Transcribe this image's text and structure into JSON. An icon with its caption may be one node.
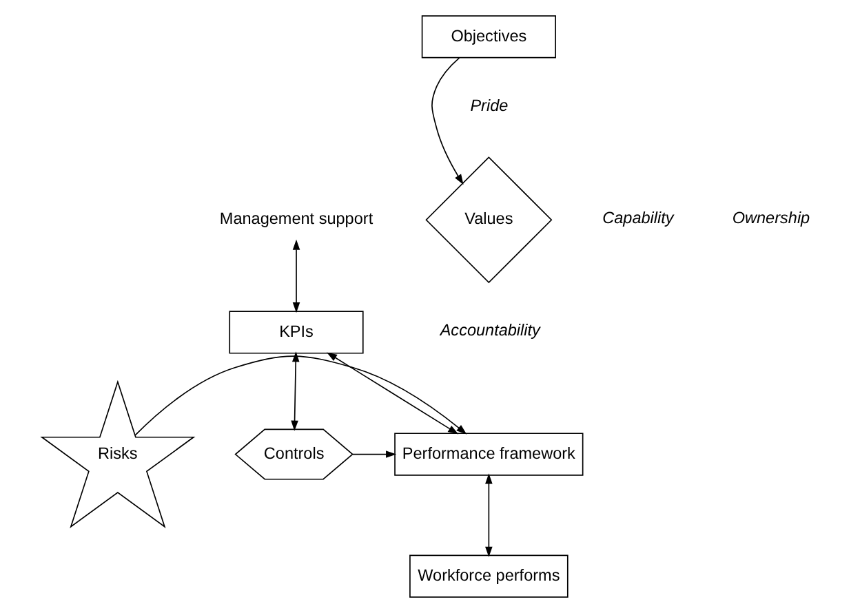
{
  "diagram": {
    "nodes": [
      {
        "text": [
          "Objectives"
        ]
      },
      {
        "text": [
          "Values"
        ],
        "beside": [
          "Pride",
          "Capability",
          "Ownership",
          "Accountability"
        ]
      },
      {
        "text": [
          "Management support"
        ]
      },
      {
        "text": [
          "KPIs"
        ]
      },
      {
        "text": [
          "Risks"
        ]
      },
      {
        "text": [
          "Performance framework"
        ]
      },
      {
        "text": [
          "Controls"
        ]
      },
      {
        "text": [
          "Workforce performs"
        ]
      }
    ],
    "edges": [
      {
        "from": 0,
        "to": 1,
        "arrow": "to"
      },
      {
        "from": 2,
        "to": 3,
        "arrow": "both"
      },
      {
        "from": 3,
        "to": 5,
        "arrow": "both"
      },
      {
        "from": 3,
        "to": 6,
        "arrow": "both"
      },
      {
        "from": 4,
        "to": 5,
        "arrow": "to"
      },
      {
        "from": 6,
        "to": 5,
        "arrow": "to"
      },
      {
        "from": 5,
        "to": 7,
        "arrow": "both"
      }
    ]
  }
}
